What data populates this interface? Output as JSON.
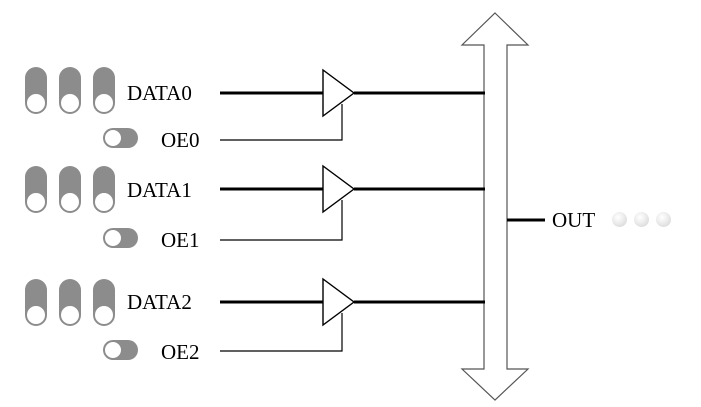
{
  "inputs": [
    {
      "label": "DATA0",
      "oe_label": "OE0",
      "bits": [
        1,
        1,
        1
      ],
      "oe": 0
    },
    {
      "label": "DATA1",
      "oe_label": "OE1",
      "bits": [
        1,
        1,
        1
      ],
      "oe": 0
    },
    {
      "label": "DATA2",
      "oe_label": "OE2",
      "bits": [
        1,
        1,
        1
      ],
      "oe": 0
    }
  ],
  "output": {
    "label": "OUT",
    "leds": [
      0,
      0,
      0
    ]
  },
  "colors": {
    "switch": "#8c8c8c",
    "wire": "#000000",
    "bus_fill": "#ffffff",
    "bus_stroke": "#555555",
    "led_off": "#dcdcdc"
  },
  "icons": {
    "data_switch": "toggle-switch-vertical",
    "oe_switch": "toggle-switch-horizontal",
    "buffer": "tri-state-buffer-triangle",
    "bus": "double-headed-bus-arrow",
    "led": "led-indicator"
  }
}
